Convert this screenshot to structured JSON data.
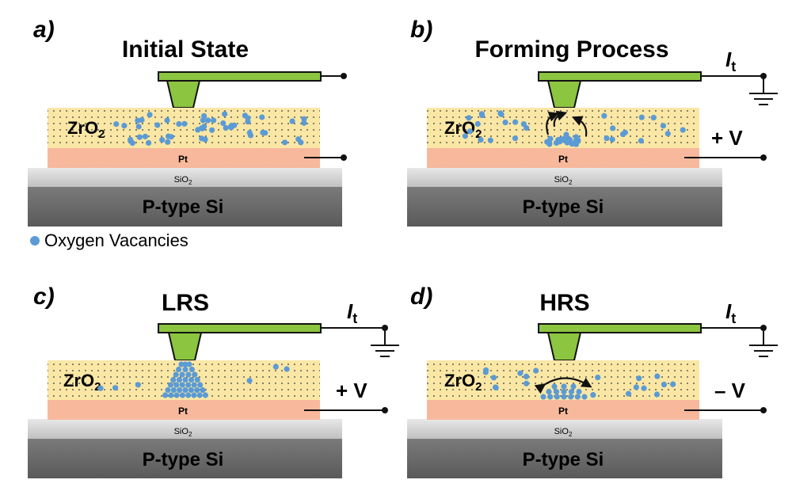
{
  "panels": [
    {
      "letter": "a",
      "title": "Initial State",
      "bias": "",
      "current": ""
    },
    {
      "letter": "b",
      "title": "Forming Process",
      "bias": "+ V",
      "current": "I",
      "current_sub": "t"
    },
    {
      "letter": "c",
      "title": "LRS",
      "bias": "+ V",
      "current": "I",
      "current_sub": "t"
    },
    {
      "letter": "d",
      "title": "HRS",
      "bias": "– V",
      "current": "I",
      "current_sub": "t"
    }
  ],
  "layers": {
    "oxide": "ZrO",
    "oxide_sub": "2",
    "electrode": "Pt",
    "insulator": "SiO",
    "insulator_sub": "2",
    "substrate": "P-type Si"
  },
  "legend": {
    "label": "Oxygen Vacancies"
  },
  "colors": {
    "vacancy": "#5b9bd5",
    "tip": "#8cc540",
    "oxide": "#fbe7a5",
    "electrode": "#f7b89c",
    "insulator": "#d6d6d6",
    "substrate": "#6b6b6b"
  }
}
